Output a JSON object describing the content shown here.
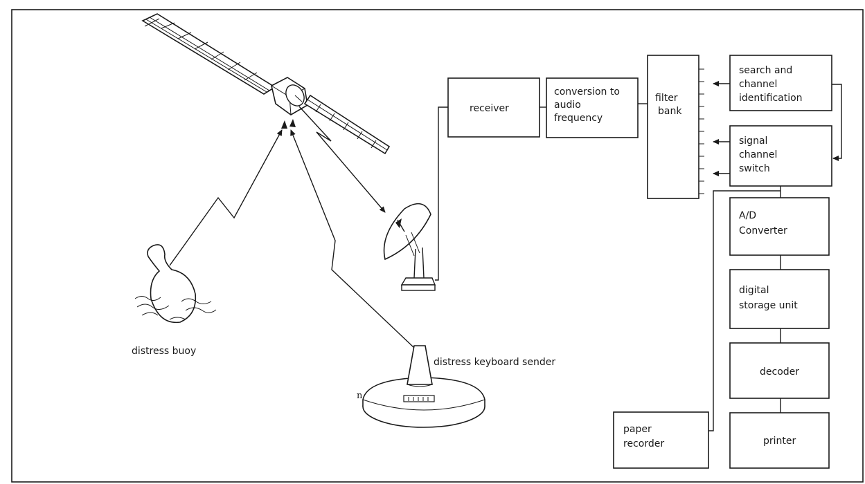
{
  "labels": {
    "receiver": "receiver",
    "conversion_1": "conversion to",
    "conversion_2": "audio",
    "conversion_3": "frequency",
    "filter_1": "filter",
    "filter_2": "bank",
    "search_1": "search and",
    "search_2": "channel",
    "search_3": "identification",
    "switch_1": "signal",
    "switch_2": "channel",
    "switch_3": "switch",
    "ad_1": "A/D",
    "ad_2": "Converter",
    "storage_1": "digital",
    "storage_2": "storage unit",
    "decoder": "decoder",
    "printer": "printer",
    "paper_1": "paper",
    "paper_2": "recorder",
    "buoy": "distress buoy",
    "keyboard": "distress keyboard sender",
    "keyboard_mark": "n"
  },
  "colors": {
    "ink": "#1a1a1a",
    "background": "#ffffff"
  }
}
